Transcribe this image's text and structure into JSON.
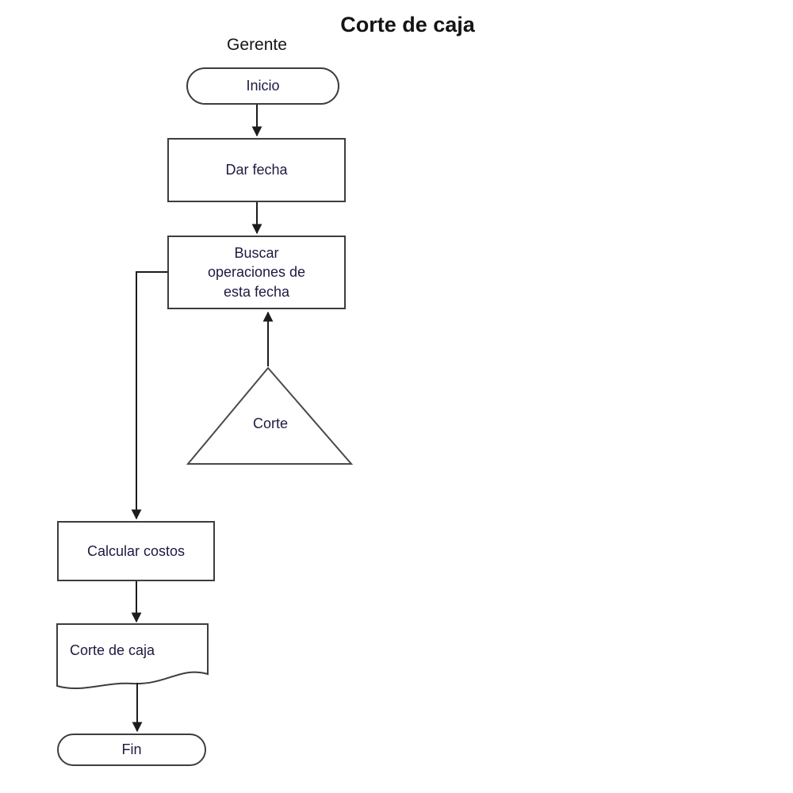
{
  "title": "Corte de caja",
  "lane": {
    "label": "Gerente"
  },
  "nodes": {
    "inicio": {
      "type": "terminator",
      "label": "Inicio"
    },
    "dar_fecha": {
      "type": "process",
      "label": "Dar fecha"
    },
    "buscar_operaciones": {
      "type": "process",
      "label": "Buscar operaciones de esta fecha"
    },
    "corte": {
      "type": "triangle",
      "label": "Corte"
    },
    "calcular_costos": {
      "type": "process",
      "label": "Calcular costos"
    },
    "corte_de_caja_doc": {
      "type": "document",
      "label": "Corte de caja"
    },
    "fin": {
      "type": "terminator",
      "label": "Fin"
    }
  },
  "edges": [
    {
      "from": "inicio",
      "to": "dar_fecha"
    },
    {
      "from": "dar_fecha",
      "to": "buscar_operaciones"
    },
    {
      "from": "corte",
      "to": "buscar_operaciones"
    },
    {
      "from": "buscar_operaciones",
      "to": "calcular_costos"
    },
    {
      "from": "calcular_costos",
      "to": "corte_de_caja_doc"
    },
    {
      "from": "corte_de_caja_doc",
      "to": "fin"
    }
  ],
  "colors": {
    "background": "#ffffff",
    "shape_border": "#3d3d3d",
    "arrow": "#1c1c1c",
    "label_text": "#1c1a40",
    "title_text": "#141414"
  }
}
